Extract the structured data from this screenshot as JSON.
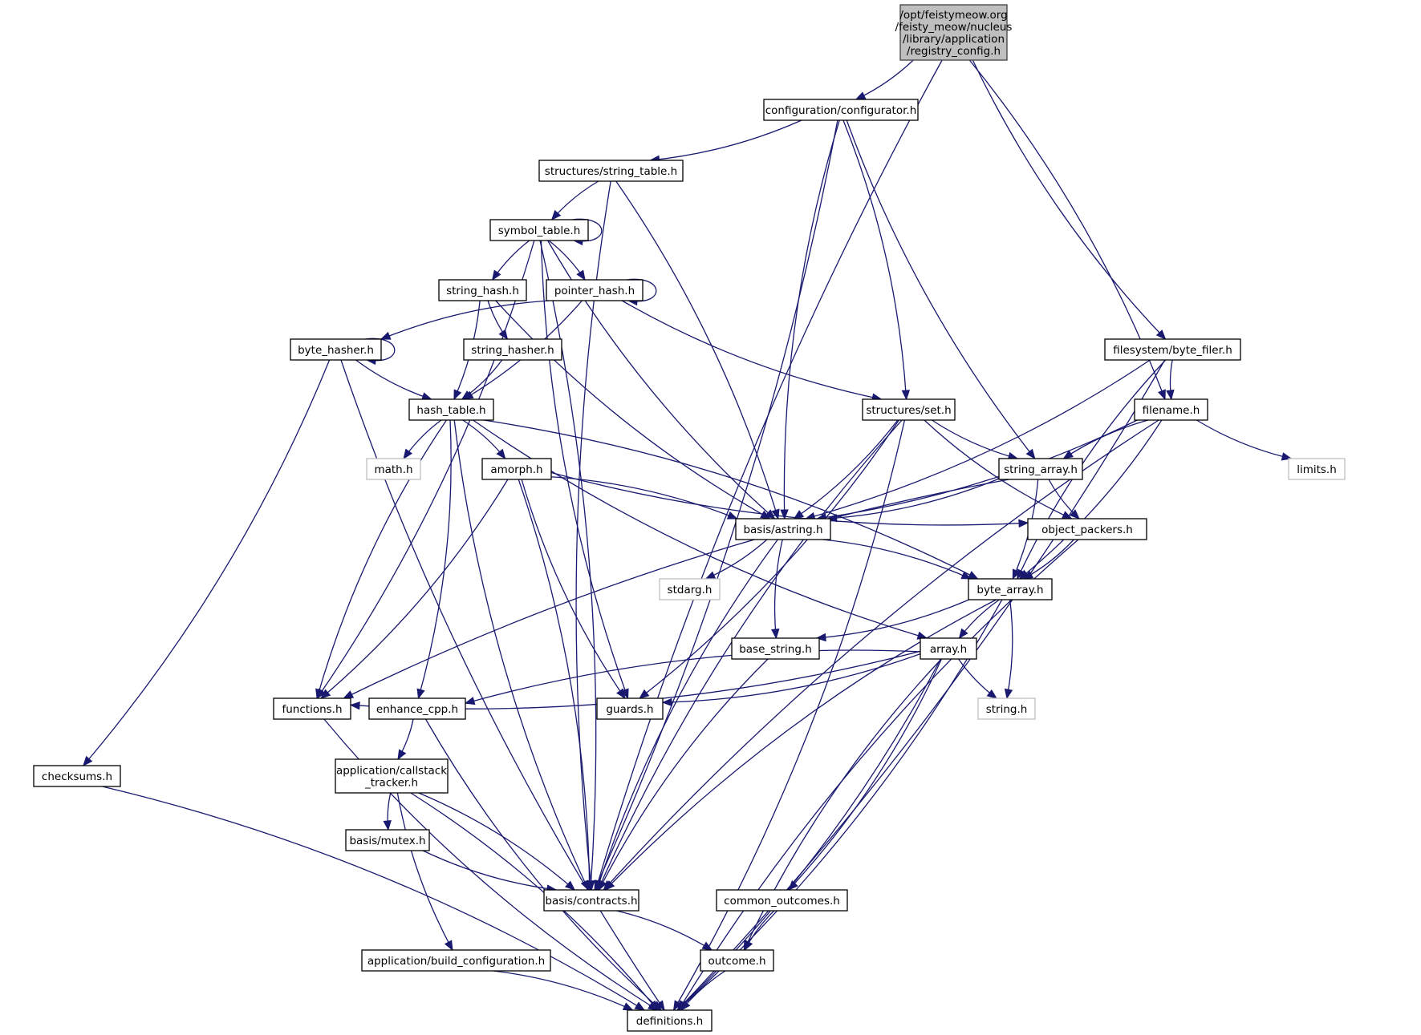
{
  "title": "Include dependency graph for registry_config.h",
  "graph": {
    "edge_color": "#191970",
    "root_fill": "#bfbfbf",
    "system_border": "#bfbfbf",
    "nodes": [
      {
        "id": "root",
        "label": [
          "/opt/feistymeow.org",
          "/feisty_meow/nucleus",
          "/library/application",
          "/registry_config.h"
        ],
        "kind": "root"
      },
      {
        "id": "configurator",
        "label": [
          "configuration/configurator.h"
        ],
        "kind": "normal"
      },
      {
        "id": "string_table",
        "label": [
          "structures/string_table.h"
        ],
        "kind": "normal"
      },
      {
        "id": "symbol_table",
        "label": [
          "symbol_table.h"
        ],
        "kind": "normal"
      },
      {
        "id": "string_hash",
        "label": [
          "string_hash.h"
        ],
        "kind": "normal"
      },
      {
        "id": "pointer_hash",
        "label": [
          "pointer_hash.h"
        ],
        "kind": "normal"
      },
      {
        "id": "byte_hasher",
        "label": [
          "byte_hasher.h"
        ],
        "kind": "normal"
      },
      {
        "id": "string_hasher",
        "label": [
          "string_hasher.h"
        ],
        "kind": "normal"
      },
      {
        "id": "hash_table",
        "label": [
          "hash_table.h"
        ],
        "kind": "normal"
      },
      {
        "id": "math",
        "label": [
          "math.h"
        ],
        "kind": "system"
      },
      {
        "id": "amorph",
        "label": [
          "amorph.h"
        ],
        "kind": "normal"
      },
      {
        "id": "set",
        "label": [
          "structures/set.h"
        ],
        "kind": "normal"
      },
      {
        "id": "byte_filer",
        "label": [
          "filesystem/byte_filer.h"
        ],
        "kind": "normal"
      },
      {
        "id": "filename",
        "label": [
          "filename.h"
        ],
        "kind": "normal"
      },
      {
        "id": "limits",
        "label": [
          "limits.h"
        ],
        "kind": "system"
      },
      {
        "id": "string_array",
        "label": [
          "string_array.h"
        ],
        "kind": "normal"
      },
      {
        "id": "astring",
        "label": [
          "basis/astring.h"
        ],
        "kind": "normal"
      },
      {
        "id": "object_packers",
        "label": [
          "object_packers.h"
        ],
        "kind": "normal"
      },
      {
        "id": "stdarg",
        "label": [
          "stdarg.h"
        ],
        "kind": "system"
      },
      {
        "id": "byte_array",
        "label": [
          "byte_array.h"
        ],
        "kind": "normal"
      },
      {
        "id": "base_string",
        "label": [
          "base_string.h"
        ],
        "kind": "normal"
      },
      {
        "id": "array",
        "label": [
          "array.h"
        ],
        "kind": "normal"
      },
      {
        "id": "functions",
        "label": [
          "functions.h"
        ],
        "kind": "normal"
      },
      {
        "id": "enhance_cpp",
        "label": [
          "enhance_cpp.h"
        ],
        "kind": "normal"
      },
      {
        "id": "guards",
        "label": [
          "guards.h"
        ],
        "kind": "normal"
      },
      {
        "id": "string_h",
        "label": [
          "string.h"
        ],
        "kind": "system"
      },
      {
        "id": "checksums",
        "label": [
          "checksums.h"
        ],
        "kind": "normal"
      },
      {
        "id": "callstack_tracker",
        "label": [
          "application/callstack",
          "_tracker.h"
        ],
        "kind": "normal"
      },
      {
        "id": "mutex",
        "label": [
          "basis/mutex.h"
        ],
        "kind": "normal"
      },
      {
        "id": "contracts",
        "label": [
          "basis/contracts.h"
        ],
        "kind": "normal"
      },
      {
        "id": "common_outcomes",
        "label": [
          "common_outcomes.h"
        ],
        "kind": "normal"
      },
      {
        "id": "build_configuration",
        "label": [
          "application/build_configuration.h"
        ],
        "kind": "normal"
      },
      {
        "id": "outcome",
        "label": [
          "outcome.h"
        ],
        "kind": "normal"
      },
      {
        "id": "definitions",
        "label": [
          "definitions.h"
        ],
        "kind": "normal"
      }
    ],
    "edges": [
      [
        "root",
        "configurator"
      ],
      [
        "root",
        "contracts"
      ],
      [
        "root",
        "filename"
      ],
      [
        "root",
        "byte_filer"
      ],
      [
        "configurator",
        "string_table"
      ],
      [
        "configurator",
        "astring"
      ],
      [
        "configurator",
        "set"
      ],
      [
        "configurator",
        "string_array"
      ],
      [
        "configurator",
        "contracts"
      ],
      [
        "string_table",
        "symbol_table"
      ],
      [
        "string_table",
        "astring"
      ],
      [
        "string_table",
        "contracts"
      ],
      [
        "symbol_table",
        "symbol_table"
      ],
      [
        "symbol_table",
        "string_hash"
      ],
      [
        "symbol_table",
        "pointer_hash"
      ],
      [
        "symbol_table",
        "astring"
      ],
      [
        "symbol_table",
        "functions"
      ],
      [
        "symbol_table",
        "guards"
      ],
      [
        "symbol_table",
        "contracts"
      ],
      [
        "string_hash",
        "string_hasher"
      ],
      [
        "string_hash",
        "hash_table"
      ],
      [
        "string_hash",
        "astring"
      ],
      [
        "pointer_hash",
        "pointer_hash"
      ],
      [
        "pointer_hash",
        "byte_hasher"
      ],
      [
        "pointer_hash",
        "hash_table"
      ],
      [
        "pointer_hash",
        "set"
      ],
      [
        "byte_hasher",
        "byte_hasher"
      ],
      [
        "byte_hasher",
        "hash_table"
      ],
      [
        "byte_hasher",
        "checksums"
      ],
      [
        "byte_hasher",
        "definitions"
      ],
      [
        "string_hasher",
        "hash_table"
      ],
      [
        "hash_table",
        "math"
      ],
      [
        "hash_table",
        "amorph"
      ],
      [
        "hash_table",
        "functions"
      ],
      [
        "hash_table",
        "enhance_cpp"
      ],
      [
        "hash_table",
        "contracts"
      ],
      [
        "hash_table",
        "byte_array"
      ],
      [
        "hash_table",
        "array"
      ],
      [
        "amorph",
        "astring"
      ],
      [
        "amorph",
        "object_packers"
      ],
      [
        "amorph",
        "functions"
      ],
      [
        "amorph",
        "guards"
      ],
      [
        "amorph",
        "contracts"
      ],
      [
        "set",
        "string_array"
      ],
      [
        "set",
        "astring"
      ],
      [
        "set",
        "object_packers"
      ],
      [
        "set",
        "guards"
      ],
      [
        "set",
        "contracts"
      ],
      [
        "set",
        "definitions"
      ],
      [
        "byte_filer",
        "filename"
      ],
      [
        "byte_filer",
        "astring"
      ],
      [
        "byte_filer",
        "byte_array"
      ],
      [
        "byte_filer",
        "definitions"
      ],
      [
        "filename",
        "string_array"
      ],
      [
        "filename",
        "astring"
      ],
      [
        "filename",
        "limits"
      ],
      [
        "filename",
        "byte_array"
      ],
      [
        "filename",
        "contracts"
      ],
      [
        "string_array",
        "astring"
      ],
      [
        "string_array",
        "object_packers"
      ],
      [
        "string_array",
        "byte_array"
      ],
      [
        "string_array",
        "functions"
      ],
      [
        "astring",
        "stdarg"
      ],
      [
        "astring",
        "base_string"
      ],
      [
        "astring",
        "byte_array"
      ],
      [
        "astring",
        "contracts"
      ],
      [
        "object_packers",
        "byte_array"
      ],
      [
        "object_packers",
        "definitions"
      ],
      [
        "byte_array",
        "base_string"
      ],
      [
        "byte_array",
        "array"
      ],
      [
        "byte_array",
        "string_h"
      ],
      [
        "byte_array",
        "contracts"
      ],
      [
        "byte_array",
        "definitions"
      ],
      [
        "base_string",
        "contracts"
      ],
      [
        "array",
        "functions"
      ],
      [
        "array",
        "enhance_cpp"
      ],
      [
        "array",
        "guards"
      ],
      [
        "array",
        "string_h"
      ],
      [
        "array",
        "common_outcomes"
      ],
      [
        "array",
        "outcome"
      ],
      [
        "array",
        "definitions"
      ],
      [
        "functions",
        "definitions"
      ],
      [
        "enhance_cpp",
        "callstack_tracker"
      ],
      [
        "enhance_cpp",
        "definitions"
      ],
      [
        "checksums",
        "definitions"
      ],
      [
        "callstack_tracker",
        "mutex"
      ],
      [
        "callstack_tracker",
        "contracts"
      ],
      [
        "callstack_tracker",
        "build_configuration"
      ],
      [
        "callstack_tracker",
        "definitions"
      ],
      [
        "mutex",
        "contracts"
      ],
      [
        "contracts",
        "outcome"
      ],
      [
        "common_outcomes",
        "outcome"
      ],
      [
        "build_configuration",
        "definitions"
      ],
      [
        "outcome",
        "definitions"
      ]
    ]
  }
}
